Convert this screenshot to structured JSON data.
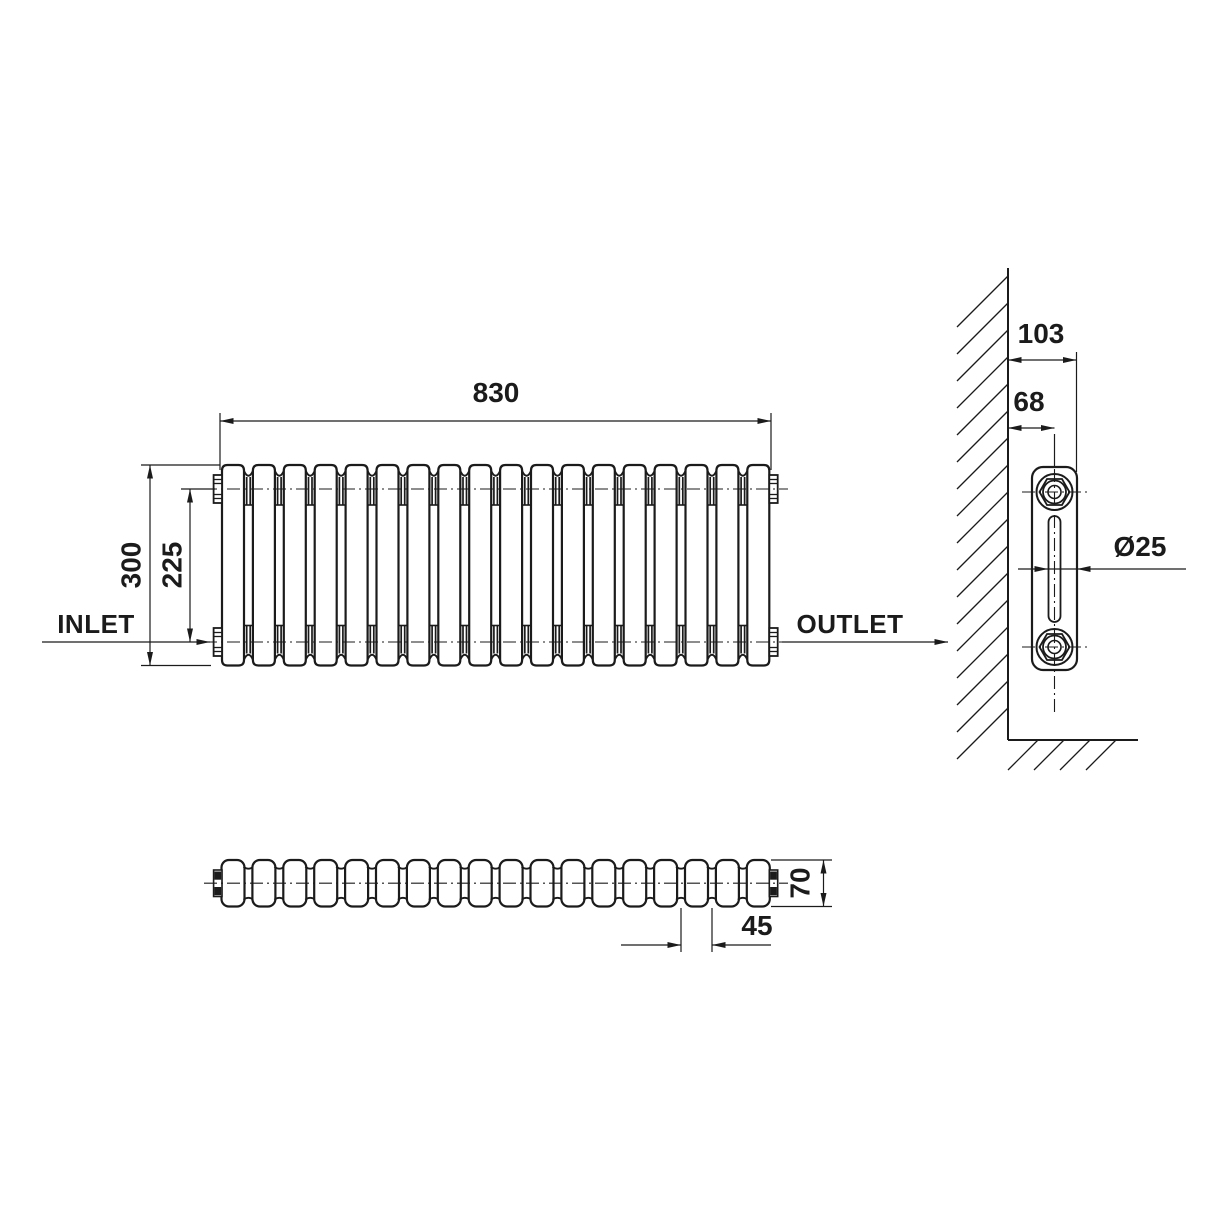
{
  "drawing": {
    "background": "#ffffff",
    "line_color": "#1b1b1b",
    "front_view": {
      "sections": 18,
      "width_label": "830",
      "height_label": "300",
      "port_spacing_label": "225",
      "inlet_label": "INLET",
      "outlet_label": "OUTLET"
    },
    "side_view": {
      "depth_label": "103",
      "wall_to_center_label": "68",
      "column_diameter_label": "Ø25"
    },
    "top_view": {
      "sections": 18,
      "depth_label": "70",
      "section_pitch_label": "45"
    }
  }
}
